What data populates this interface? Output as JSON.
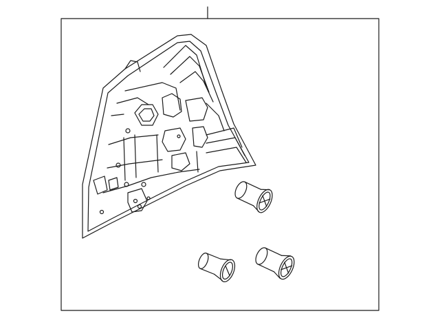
{
  "diagram": {
    "parts": [
      {
        "id": "tail-lamp-assembly",
        "icon": "tail-lamp-housing"
      },
      {
        "id": "bulb-upper",
        "icon": "bulb"
      },
      {
        "id": "bulb-lower-left",
        "icon": "bulb"
      },
      {
        "id": "bulb-lower-right",
        "icon": "bulb"
      }
    ],
    "colors": {
      "line": "#1a1a1a",
      "background": "#ffffff"
    }
  }
}
